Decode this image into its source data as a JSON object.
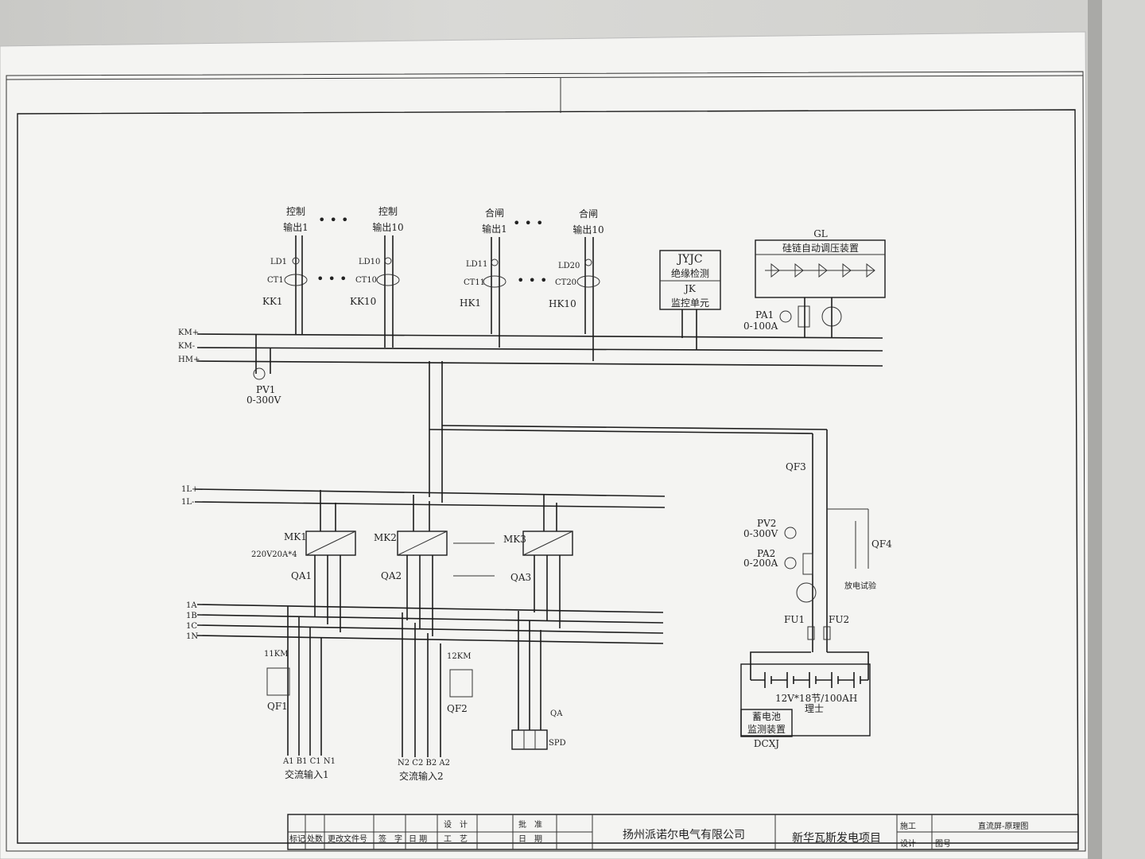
{
  "control": {
    "out1_a": "控制",
    "out1_b": "输出1",
    "out10_a": "控制",
    "out10_b": "输出10",
    "ld1": "LD1",
    "ld10": "LD10",
    "ct1": "CT1",
    "ct10": "CT10",
    "kk1": "KK1",
    "kk10": "KK10"
  },
  "closing": {
    "out1_a": "合闸",
    "out1_b": "输出1",
    "out10_a": "合闸",
    "out10_b": "输出10",
    "ld11": "LD11",
    "ld20": "LD20",
    "ct11": "CT11",
    "ct20": "CT20",
    "hk1": "HK1",
    "hk10": "HK10"
  },
  "jyjc": {
    "code": "JYJC",
    "name": "绝缘检测",
    "jk": "JK",
    "jk_name": "监控单元"
  },
  "gl": {
    "code": "GL",
    "name": "硅链自动调压装置"
  },
  "meters": {
    "pa1": "PA1",
    "pa1_range": "0-100A",
    "pv1": "PV1",
    "pv1_range": "0-300V",
    "pv2": "PV2",
    "pv2_range": "0-300V",
    "pa2": "PA2",
    "pa2_range": "0-200A"
  },
  "bus": {
    "km_plus": "KM+",
    "km_minus": "KM-",
    "hm_plus": "HM+",
    "l1_plus": "1L+",
    "l1_minus": "1L-",
    "a": "1A",
    "b": "1B",
    "c": "1C",
    "n": "1N"
  },
  "modules": {
    "mk1": "MK1",
    "mk2": "MK2",
    "mk3": "MK3",
    "rating": "220V20A*4",
    "qa1": "QA1",
    "qa2": "QA2",
    "qa3": "QA3"
  },
  "dc": {
    "qf3": "QF3",
    "qf4": "QF4",
    "discharge": "放电试验",
    "fu1": "FU1",
    "fu2": "FU2",
    "battery": "12V*18节/100AH",
    "battery_sub": "理士",
    "dcxj_name_1": "蓄电池",
    "dcxj_name_2": "监测装置",
    "dcxj": "DCXJ"
  },
  "ac": {
    "km11": "11KM",
    "km12": "12KM",
    "qf1": "QF1",
    "qf2": "QF2",
    "in1_phases": "A1 B1 C1 N1",
    "in1_label": "交流输入1",
    "in2_phases": "N2 C2 B2 A2",
    "in2_label": "交流输入2",
    "qa": "QA",
    "spd": "SPD"
  },
  "title_block": {
    "h1": "标记",
    "h2": "处数",
    "h3": "更改文件号",
    "h4": "签　字",
    "h5": "日 期",
    "design": "设　计",
    "craft": "工　艺",
    "approve": "批　准",
    "date": "日　期",
    "company": "扬州派诺尔电气有限公司",
    "project": "新华瓦斯发电项目",
    "construct": "施工",
    "design2": "设计",
    "drawing_no": "图号",
    "drawing_name": "直流屏-原理图"
  }
}
